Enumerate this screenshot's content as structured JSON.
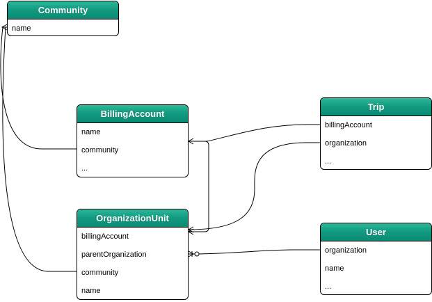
{
  "entities": {
    "community": {
      "title": "Community",
      "rows": [
        "name"
      ]
    },
    "billing_account": {
      "title": "BillingAccount",
      "rows": [
        "name",
        "community",
        "..."
      ]
    },
    "organization_unit": {
      "title": "OrganizationUnit",
      "rows": [
        "billingAccount",
        "parentOrganization",
        "community",
        "name"
      ]
    },
    "trip": {
      "title": "Trip",
      "rows": [
        "billingAccount",
        "organization",
        "..."
      ]
    },
    "user": {
      "title": "User",
      "rows": [
        "organization",
        "name",
        "..."
      ]
    }
  },
  "relations": [
    {
      "from": "BillingAccount.community",
      "to": "Community.name",
      "end": "crow-foot"
    },
    {
      "from": "OrganizationUnit.community",
      "to": "Community.name",
      "end": "crow-foot"
    },
    {
      "from": "Trip.billingAccount",
      "to": "BillingAccount",
      "end": "crow-foot"
    },
    {
      "from": "OrganizationUnit.billingAccount",
      "to": "BillingAccount",
      "end": "crow-foot"
    },
    {
      "from": "Trip.organization",
      "to": "OrganizationUnit",
      "end": "crow-foot"
    },
    {
      "from": "User.organization",
      "to": "OrganizationUnit",
      "end": "one-or-zero"
    }
  ],
  "colors": {
    "header": "#129c82",
    "line": "#000000",
    "background": "#ffffff"
  }
}
